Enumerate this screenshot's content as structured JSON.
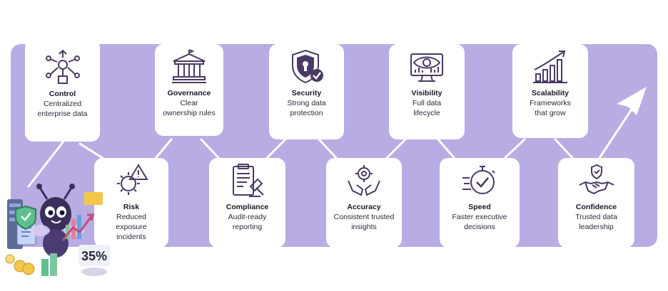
{
  "colors": {
    "band": "#b9ace3",
    "icon": "#4a3a63",
    "card": "#ffffff",
    "text": "#1d1a2c"
  },
  "steps": [
    {
      "icon": "hierarchy-icon",
      "title": "Control",
      "desc": "Centralized\nenterprise data"
    },
    {
      "icon": "warning-gear-icon",
      "title": "Risk",
      "desc": "Reduced\nexposure\nincidents"
    },
    {
      "icon": "bank-icon",
      "title": "Governance",
      "desc": "Clear\nownership rules"
    },
    {
      "icon": "clipboard-gavel-icon",
      "title": "Compliance",
      "desc": "Audit-ready\nreporting"
    },
    {
      "icon": "shield-check-icon",
      "title": "Security",
      "desc": "Strong data\nprotection"
    },
    {
      "icon": "hands-gear-icon",
      "title": "Accuracy",
      "desc": "Consistent trusted\ninsights"
    },
    {
      "icon": "monitor-eye-icon",
      "title": "Visibility",
      "desc": "Full data\nlifecycle"
    },
    {
      "icon": "stopwatch-check-icon",
      "title": "Speed",
      "desc": "Faster executive\ndecisions"
    },
    {
      "icon": "growth-chart-icon",
      "title": "Scalability",
      "desc": "Frameworks\nthat grow"
    },
    {
      "icon": "handshake-icon",
      "title": "Confidence",
      "desc": "Trusted data\nleadership"
    }
  ],
  "mascot": {
    "badge_text": "35%"
  }
}
